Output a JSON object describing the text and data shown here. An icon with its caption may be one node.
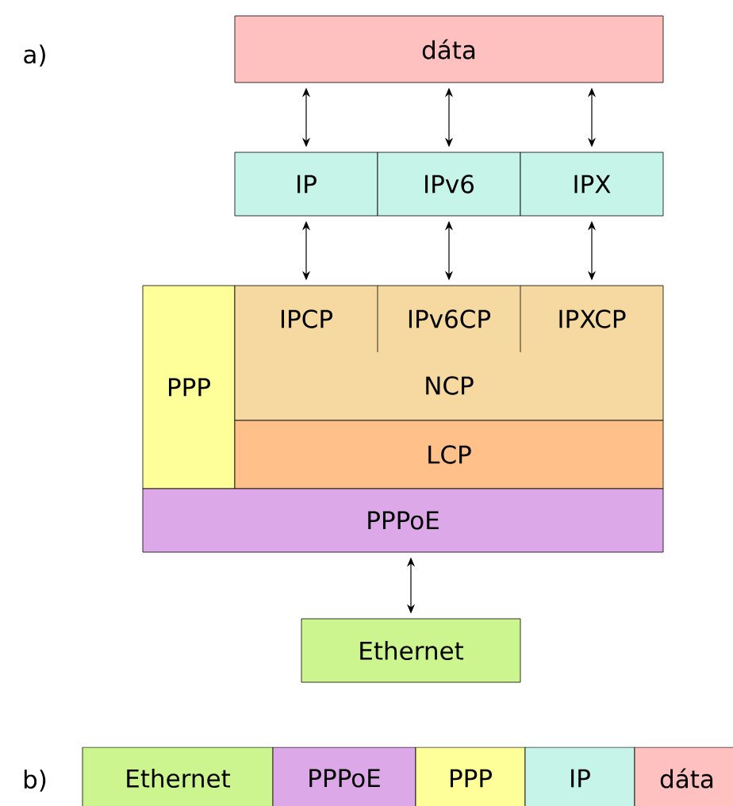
{
  "diagram": {
    "nodes": [
      {
        "text": [
          "dáta"
        ]
      },
      {
        "text": [
          "IP"
        ]
      },
      {
        "text": [
          "IPv6"
        ]
      },
      {
        "text": [
          "IPX"
        ]
      },
      {
        "text": [
          "PPP"
        ]
      },
      {
        "text": [
          "NCP"
        ]
      },
      {
        "text": [
          "IPCP"
        ],
        "in": 5
      },
      {
        "text": [
          "IPv6CP"
        ],
        "in": 5
      },
      {
        "text": [
          "IPXCP"
        ],
        "in": 5
      },
      {
        "text": [
          "LCP"
        ]
      },
      {
        "text": [
          "PPPoE"
        ]
      },
      {
        "text": [
          "Ethernet"
        ]
      },
      {
        "text": [
          "Ethernet"
        ]
      },
      {
        "text": [
          "PPPoE"
        ]
      },
      {
        "text": [
          "PPP"
        ]
      },
      {
        "text": [
          "IP"
        ]
      },
      {
        "text": [
          "dáta"
        ]
      }
    ],
    "edges": [
      {
        "from": 0,
        "to": 1,
        "arrow": "both"
      },
      {
        "from": 0,
        "to": 2,
        "arrow": "both"
      },
      {
        "from": 0,
        "to": 3,
        "arrow": "both"
      },
      {
        "from": 1,
        "to": 6,
        "arrow": "both"
      },
      {
        "from": 2,
        "to": 7,
        "arrow": "both"
      },
      {
        "from": 3,
        "to": 8,
        "arrow": "both"
      },
      {
        "from": 10,
        "to": 11,
        "arrow": "both"
      }
    ],
    "labels": [
      "a)",
      "b)"
    ]
  }
}
